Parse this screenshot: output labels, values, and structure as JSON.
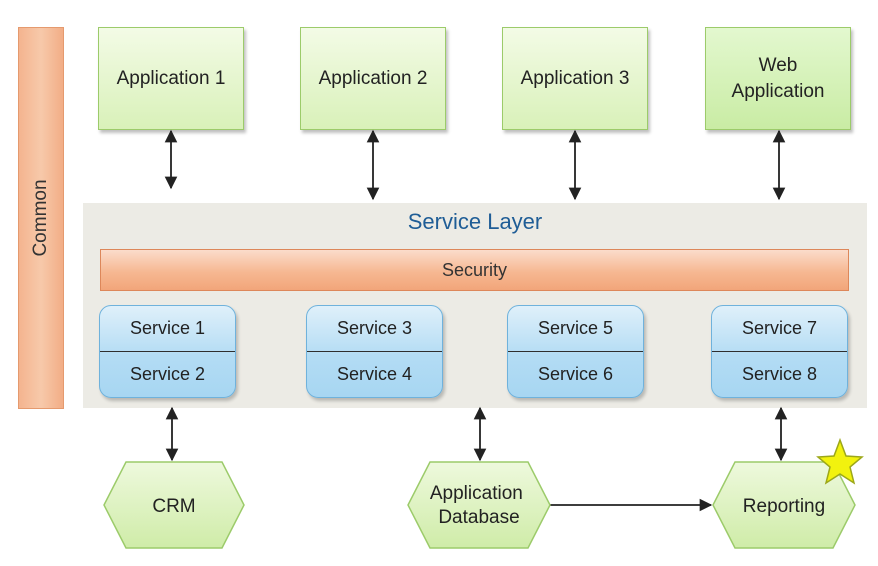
{
  "common": {
    "label": "Common"
  },
  "applications": [
    {
      "label": "Application 1"
    },
    {
      "label": "Application 2"
    },
    {
      "label": "Application 3"
    },
    {
      "label": "Web Application"
    }
  ],
  "service_layer": {
    "title": "Service Layer",
    "security_label": "Security",
    "groups": [
      {
        "top": "Service 1",
        "bottom": "Service 2"
      },
      {
        "top": "Service 3",
        "bottom": "Service 4"
      },
      {
        "top": "Service 5",
        "bottom": "Service 6"
      },
      {
        "top": "Service 7",
        "bottom": "Service 8"
      }
    ]
  },
  "data_sources": [
    {
      "label": "CRM"
    },
    {
      "label": "Application Database"
    },
    {
      "label": "Reporting"
    }
  ],
  "colors": {
    "application_fill": "#d9f1b9",
    "security_fill": "#f6b892",
    "service_fill": "#b3dcf4",
    "hexagon_fill": "#dcf1bd",
    "title_text": "#1f5d96",
    "star": "#f2f20e"
  }
}
